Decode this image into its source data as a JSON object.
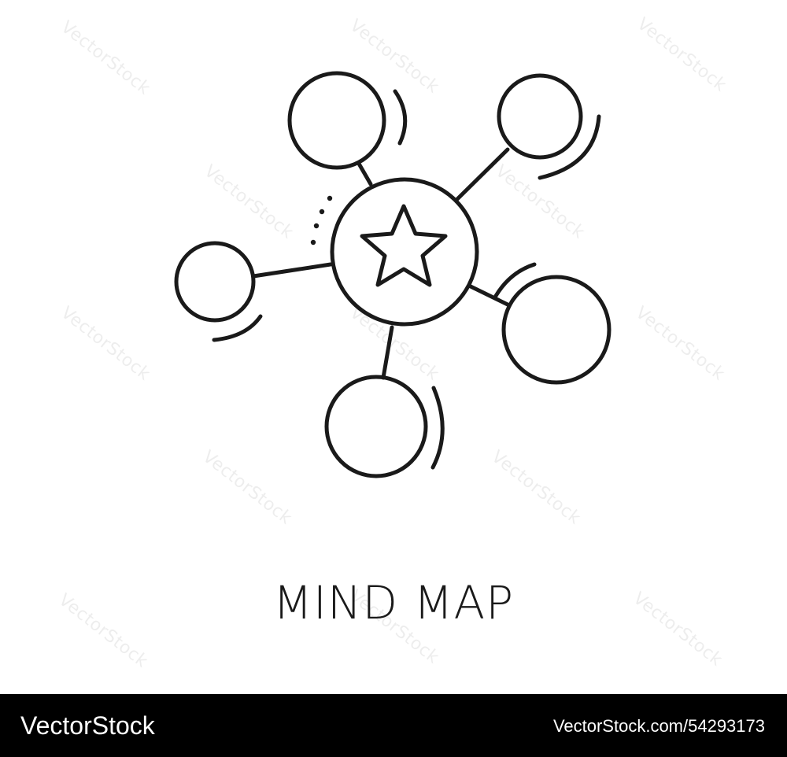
{
  "title": "MIND MAP",
  "watermark_text": "VectorStock",
  "footer": {
    "brand": "VectorStock",
    "image_id": "VectorStock.com/54293173"
  },
  "colors": {
    "stroke": "#1a1a1a",
    "background": "#ffffff",
    "footer_background": "#000000",
    "footer_text": "#ffffff"
  },
  "icon": {
    "central_symbol": "star-icon",
    "satellite_node_count": 5
  }
}
